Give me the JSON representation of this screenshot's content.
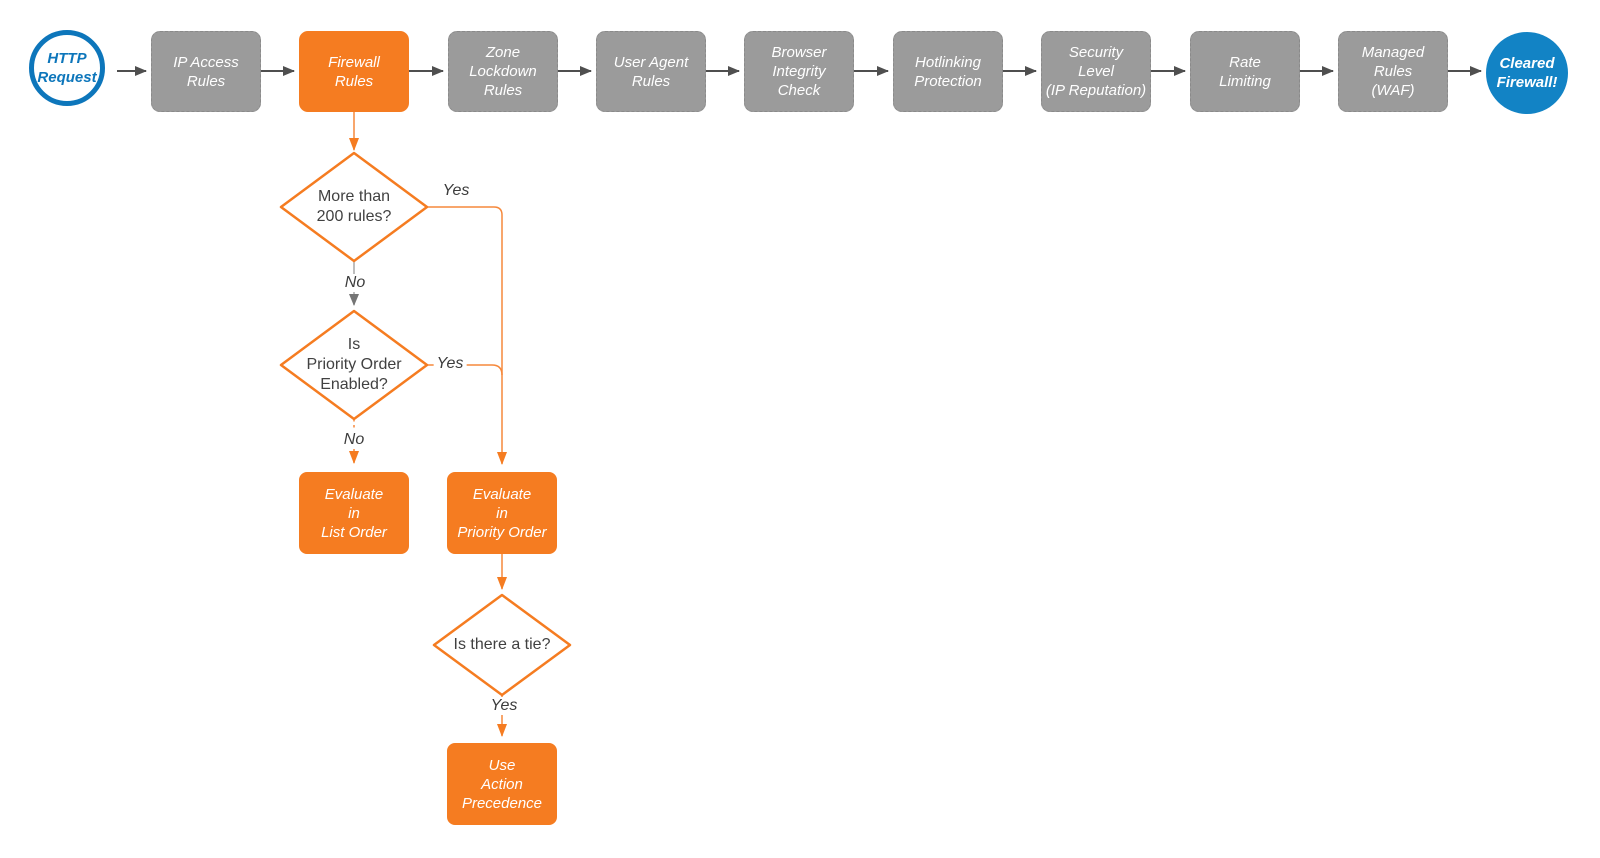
{
  "diagram": {
    "type": "flowchart",
    "nodes": {
      "start": {
        "label": "HTTP\nRequest"
      },
      "pipeline": [
        {
          "label": "IP Access\nRules",
          "highlighted": false
        },
        {
          "label": "Firewall\nRules",
          "highlighted": true
        },
        {
          "label": "Zone\nLockdown\nRules",
          "highlighted": false
        },
        {
          "label": "User Agent\nRules",
          "highlighted": false
        },
        {
          "label": "Browser\nIntegrity\nCheck",
          "highlighted": false
        },
        {
          "label": "Hotlinking\nProtection",
          "highlighted": false
        },
        {
          "label": "Security\nLevel\n(IP Reputation)",
          "highlighted": false
        },
        {
          "label": "Rate\nLimiting",
          "highlighted": false
        },
        {
          "label": "Managed\nRules\n(WAF)",
          "highlighted": false
        }
      ],
      "end": {
        "label": "Cleared\nFirewall!"
      },
      "decisions": [
        {
          "label": "More than\n200 rules?"
        },
        {
          "label": "Is\nPriority Order\nEnabled?"
        },
        {
          "label": "Is there a tie?"
        }
      ],
      "actions": [
        {
          "label": "Evaluate\nin\nList Order"
        },
        {
          "label": "Evaluate\nin\nPriority Order"
        },
        {
          "label": "Use\nAction\nPrecedence"
        }
      ]
    },
    "edge_labels": [
      {
        "id": "more-than-200-yes",
        "text": "Yes"
      },
      {
        "id": "more-than-200-no",
        "text": "No"
      },
      {
        "id": "priority-enabled-yes",
        "text": "Yes"
      },
      {
        "id": "priority-enabled-no",
        "text": "No"
      },
      {
        "id": "tie-yes",
        "text": "Yes"
      }
    ],
    "colors": {
      "orange": "#F57C21",
      "orange_line": "#F6883B",
      "gray_node": "#9B9B9B",
      "gray_line": "#A8A8A8",
      "gray_arrowhead": "#757575",
      "blue_stroke": "#0D76BB",
      "blue_fill": "#1283C5",
      "dark_arrow": "#4F4F4F",
      "label_text": "#3C3C3C",
      "background": "#FFFFFF"
    }
  }
}
